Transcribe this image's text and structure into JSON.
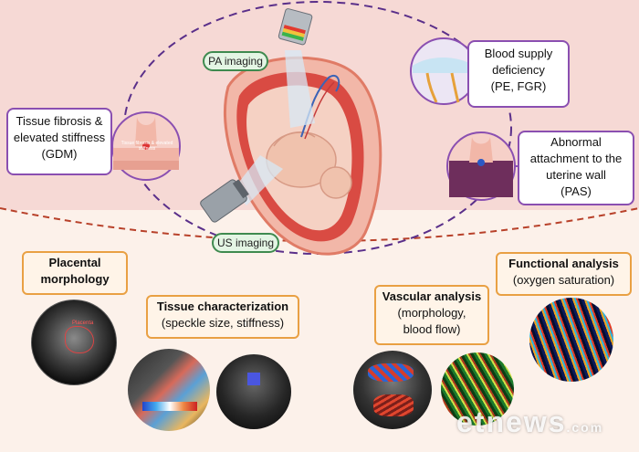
{
  "labels": {
    "pa_imaging": "PA imaging",
    "us_imaging": "US imaging",
    "gdm_box": [
      "Tissue fibrosis &",
      "elevated stiffness",
      "(GDM)"
    ],
    "gdm_circle_text": "Tissue fibrosis & elevated stiffness",
    "pe_box": [
      "Blood supply",
      "deficiency",
      "(PE, FGR)"
    ],
    "pas_box": [
      "Abnormal",
      "attachment to the",
      "uterine wall",
      "(PAS)"
    ],
    "placental": [
      "Placental",
      "morphology"
    ],
    "tissue": [
      "Tissue characterization",
      "(speckle size, stiffness)"
    ],
    "vascular": [
      "Vascular analysis",
      "(morphology,",
      "blood flow)"
    ],
    "functional": [
      "Functional analysis",
      "(oxygen saturation)"
    ],
    "us_thumb_text": "Placenta",
    "watermark": "etnews",
    "watermark_suffix": ".com"
  },
  "colors": {
    "purple": "#8a4fb1",
    "green": "#3f8a4f",
    "orange": "#e9a043",
    "dashed_line": "#b8412a"
  }
}
